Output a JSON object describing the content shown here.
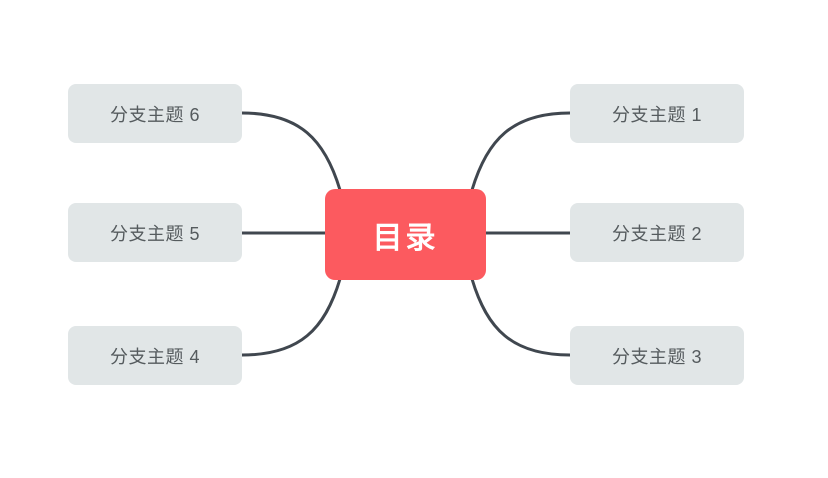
{
  "diagram": {
    "type": "mindmap",
    "central": {
      "label": "目录"
    },
    "branches": [
      {
        "id": 1,
        "label": "分支主题 1",
        "side": "right",
        "row": "top"
      },
      {
        "id": 2,
        "label": "分支主题 2",
        "side": "right",
        "row": "middle"
      },
      {
        "id": 3,
        "label": "分支主题 3",
        "side": "right",
        "row": "bottom"
      },
      {
        "id": 4,
        "label": "分支主题 4",
        "side": "left",
        "row": "bottom"
      },
      {
        "id": 5,
        "label": "分支主题 5",
        "side": "left",
        "row": "middle"
      },
      {
        "id": 6,
        "label": "分支主题 6",
        "side": "left",
        "row": "top"
      }
    ],
    "connections": [
      {
        "from": "目录",
        "to": "分支主题 1"
      },
      {
        "from": "目录",
        "to": "分支主题 2"
      },
      {
        "from": "目录",
        "to": "分支主题 3"
      },
      {
        "from": "目录",
        "to": "分支主题 4"
      },
      {
        "from": "目录",
        "to": "分支主题 5"
      },
      {
        "from": "目录",
        "to": "分支主题 6"
      }
    ],
    "colors": {
      "canvas_bg": "#FFFFFF",
      "central_bg": "#FC5A5F",
      "central_text": "#FFFFFF",
      "branch_bg": "#E1E6E7",
      "branch_text": "#555B5E",
      "connector": "#40474F"
    }
  }
}
